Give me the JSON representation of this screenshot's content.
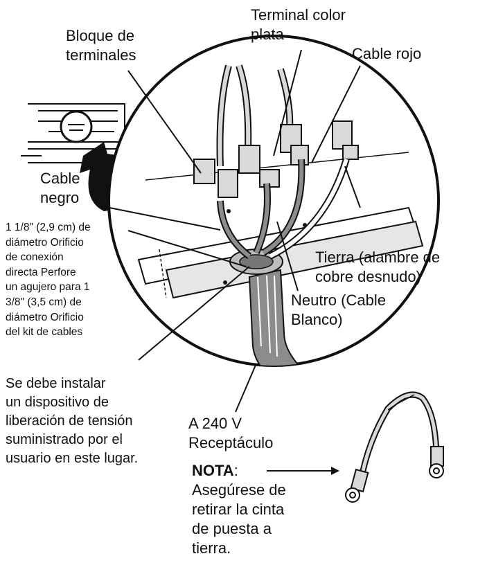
{
  "labels": {
    "terminal_block": "Bloque de\nterminales",
    "silver_terminal": "Terminal color\nplata",
    "red_cable": "Cable rojo",
    "black_cable": "Cable\nnegro",
    "hole_note": "1 1/8\" (2,9 cm) de\ndiámetro Orificio\nde conexión\ndirecta Perfore\nun agujero para 1\n3/8\" (3,5 cm) de\ndiámetro Orificio\ndel kit de cables",
    "ground": "Tierra (alambre de\ncobre desnudo)",
    "neutral": "Neutro (Cable\nBlanco)",
    "strain_relief": "Se debe instalar\nun dispositivo de\nliberación de tensión\nsuministrado por el\nusuario en este lugar.",
    "receptacle": "A 240 V\nReceptáculo",
    "note_bold": "NOTA",
    "note_rest": ":\nAsegúrese de\nretirar la cinta\nde puesta a\ntierra."
  },
  "colors": {
    "ink": "#111111",
    "cable_gray": "#8c8c8c",
    "metal": "#d9d9d9"
  }
}
